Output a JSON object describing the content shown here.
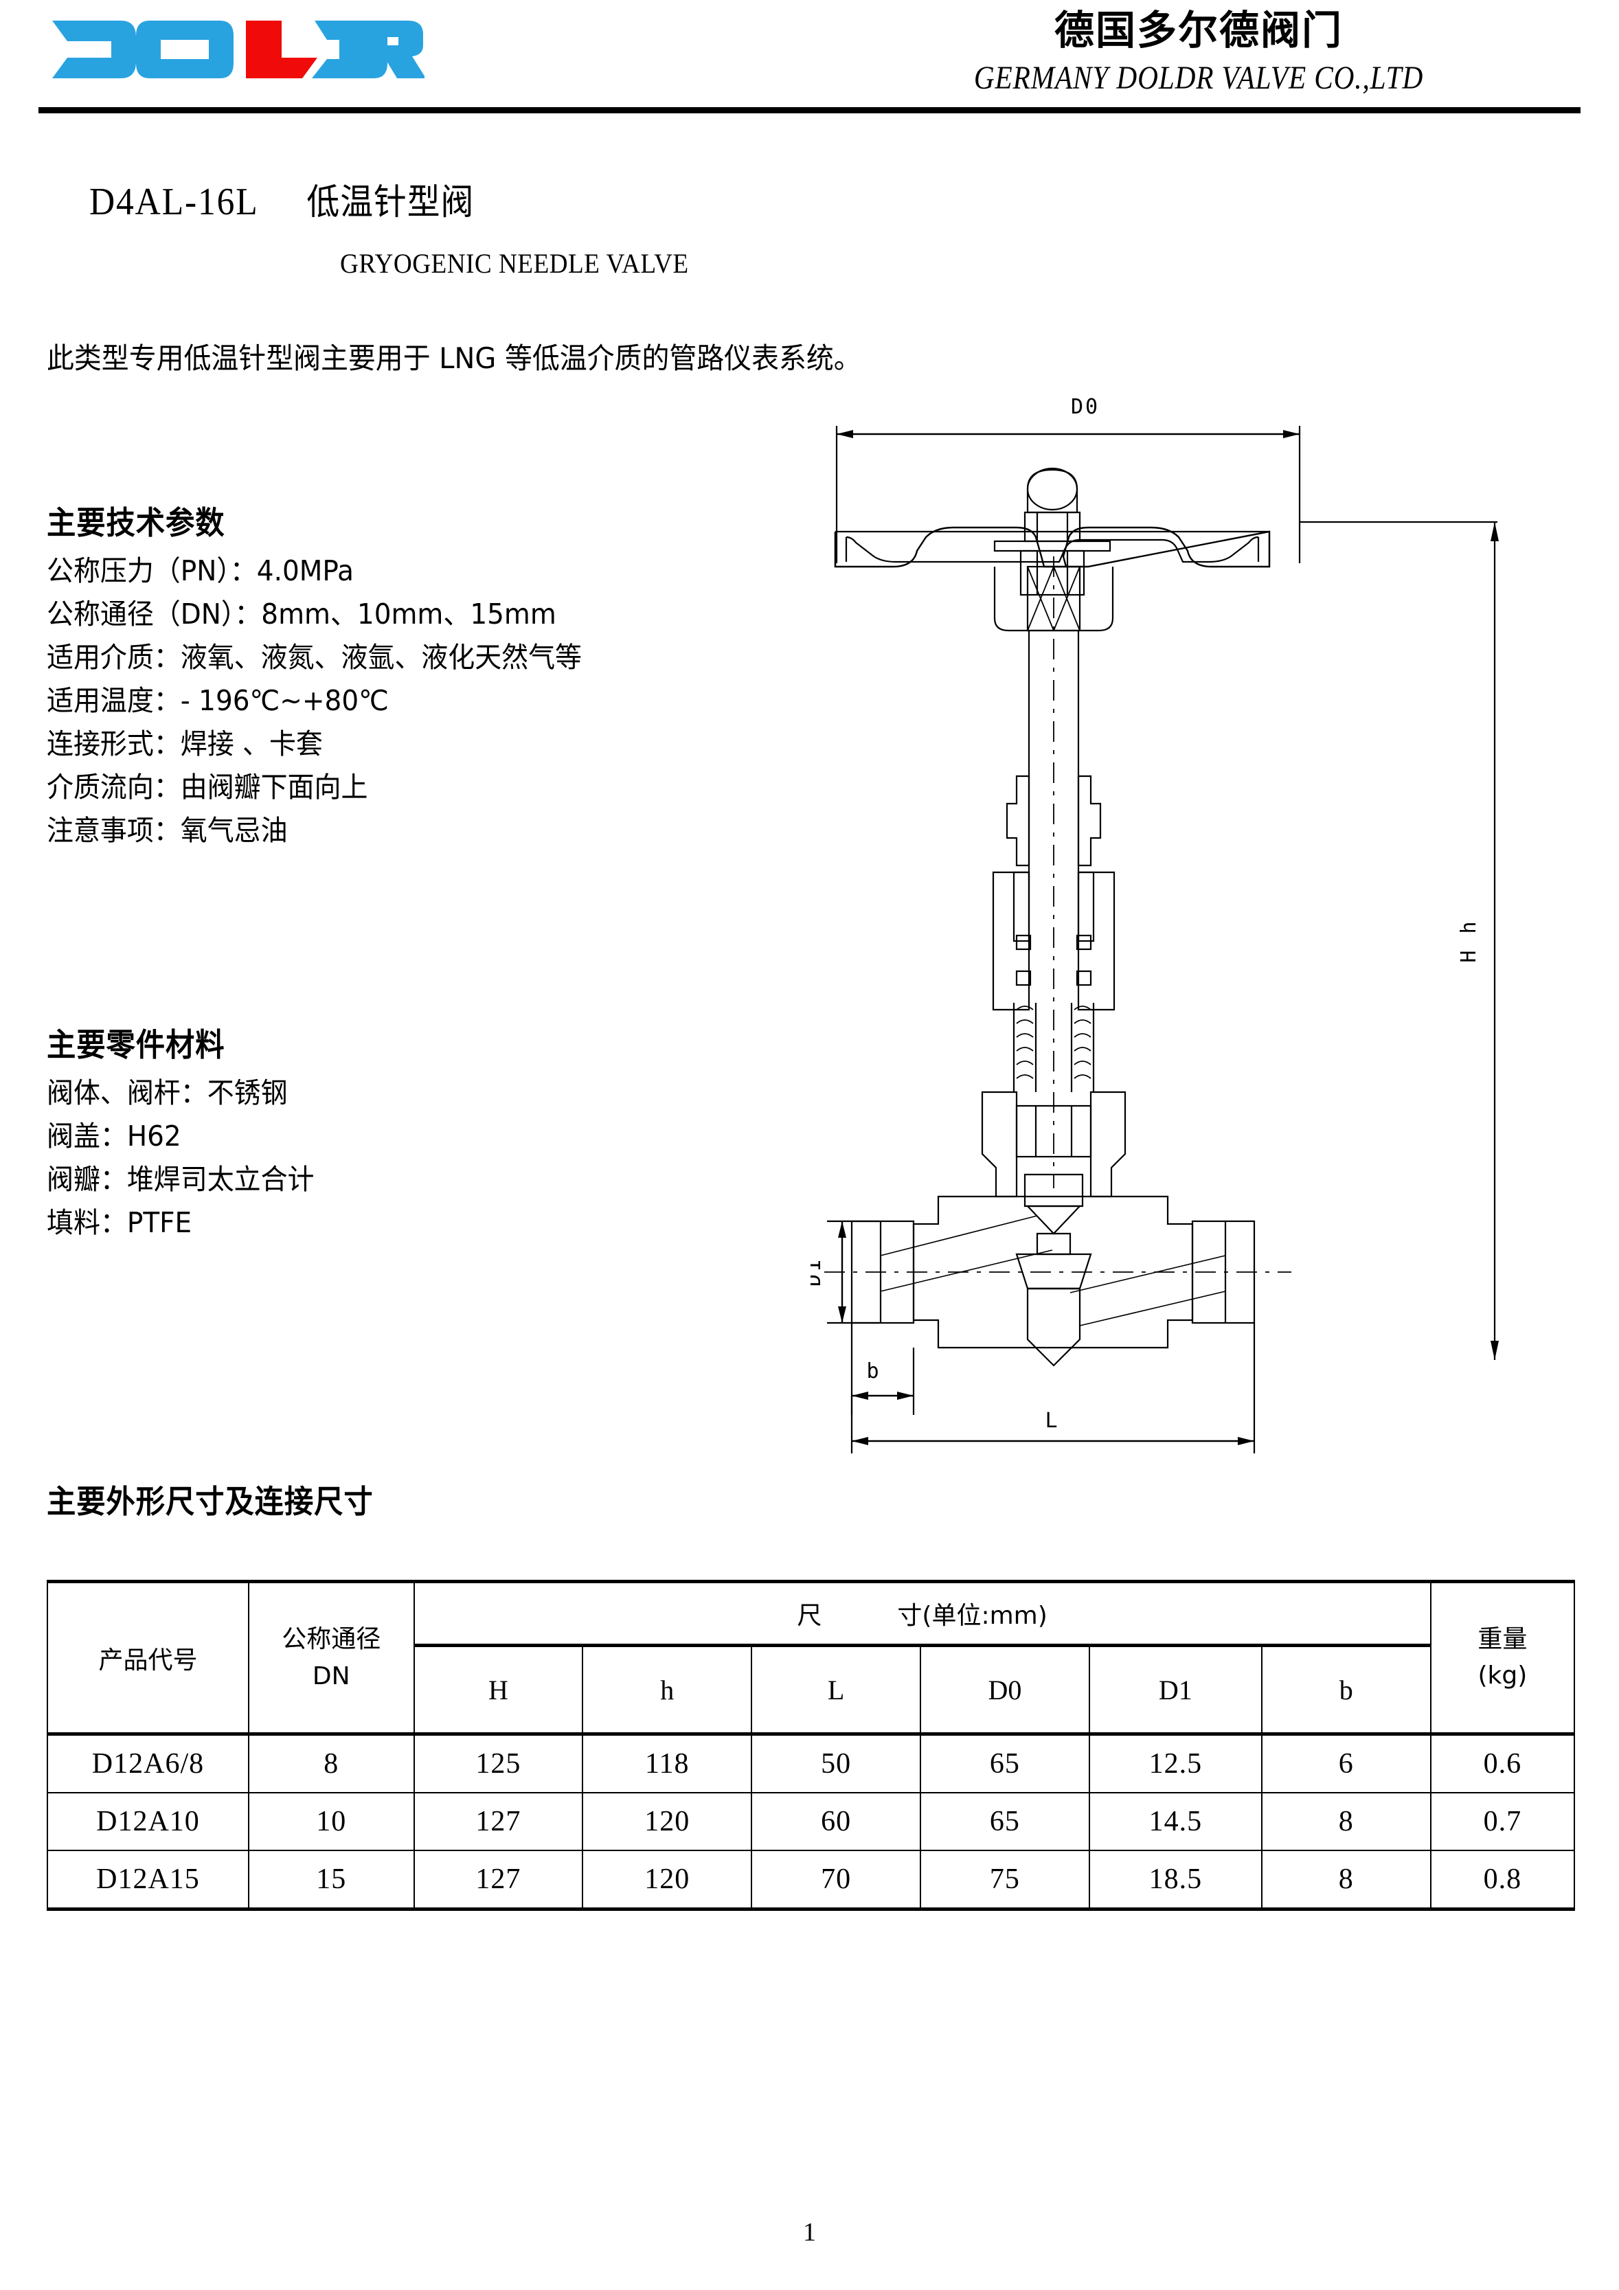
{
  "header": {
    "logo_text": "DOLDR",
    "logo_colors": {
      "primary": "#29a3e0",
      "accent": "#f00a0a"
    },
    "company_cn": "德国多尔德阀门",
    "company_en": "GERMANY  DOLDR  VALVE  CO.,LTD"
  },
  "title": {
    "model": "D4AL-16L",
    "name_cn": "低温针型阀",
    "subtitle_en": "GRYOGENIC NEEDLE VALVE"
  },
  "intro": "此类型专用低温针型阀主要用于 LNG 等低温介质的管路仪表系统。",
  "sections": {
    "specs_heading": "主要技术参数",
    "materials_heading": "主要零件材料",
    "dimensions_heading": "主要外形尺寸及连接尺寸"
  },
  "specs": [
    "公称压力（PN）：4.0MPa",
    "公称通径（DN）：8mm、10mm、15mm",
    "适用介质：液氧、液氮、液氩、液化天然气等",
    "适用温度：- 196℃~+80℃",
    "连接形式：焊接 、卡套",
    "介质流向：由阀瓣下面向上",
    "注意事项：氧气忌油"
  ],
  "materials": [
    "阀体、阀杆：不锈钢",
    "阀盖：H62",
    "阀瓣：堆焊司太立合计",
    "填料：PTFE"
  ],
  "drawing": {
    "labels": {
      "d0": "D0",
      "h_h": "H h",
      "d1": "D1",
      "b": "b",
      "l": "L"
    }
  },
  "table": {
    "header": {
      "code": "产品代号",
      "dn_line1": "公称通径",
      "dn_line2": "DN",
      "dimension_group_a": "尺",
      "dimension_group_b": "寸(单位:mm)",
      "weight_line1": "重量",
      "weight_line2": "(kg)"
    },
    "columns": [
      "H",
      "h",
      "L",
      "D0",
      "D1",
      "b"
    ],
    "rows": [
      {
        "code": "D12A6/8",
        "dn": "8",
        "H": "125",
        "h": "118",
        "L": "50",
        "D0": "65",
        "D1": "12.5",
        "b": "6",
        "weight": "0.6"
      },
      {
        "code": "D12A10",
        "dn": "10",
        "H": "127",
        "h": "120",
        "L": "60",
        "D0": "65",
        "D1": "14.5",
        "b": "8",
        "weight": "0.7"
      },
      {
        "code": "D12A15",
        "dn": "15",
        "H": "127",
        "h": "120",
        "L": "70",
        "D0": "75",
        "D1": "18.5",
        "b": "8",
        "weight": "0.8"
      }
    ]
  },
  "footer": {
    "page_number": "1"
  }
}
